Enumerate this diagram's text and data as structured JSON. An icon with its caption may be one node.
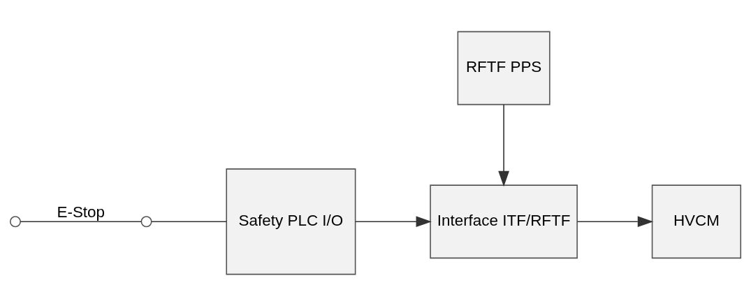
{
  "diagram": {
    "nodes": [
      {
        "text": [],
        "shape": "circle"
      },
      {
        "text": [],
        "shape": "circle"
      },
      {
        "text": [
          "Safety PLC I/O"
        ]
      },
      {
        "text": [
          "RFTF PPS"
        ]
      },
      {
        "text": [
          "Interface ITF/RFTF"
        ]
      },
      {
        "text": [
          "HVCM"
        ]
      }
    ],
    "edges": [
      {
        "from": 0,
        "to": 1,
        "arrow": "none",
        "label": "E-Stop"
      },
      {
        "from": 1,
        "to": 2,
        "arrow": "none"
      },
      {
        "from": 2,
        "to": 4,
        "arrow": "to"
      },
      {
        "from": 3,
        "to": 4,
        "arrow": "to"
      },
      {
        "from": 4,
        "to": 5,
        "arrow": "to"
      }
    ]
  }
}
